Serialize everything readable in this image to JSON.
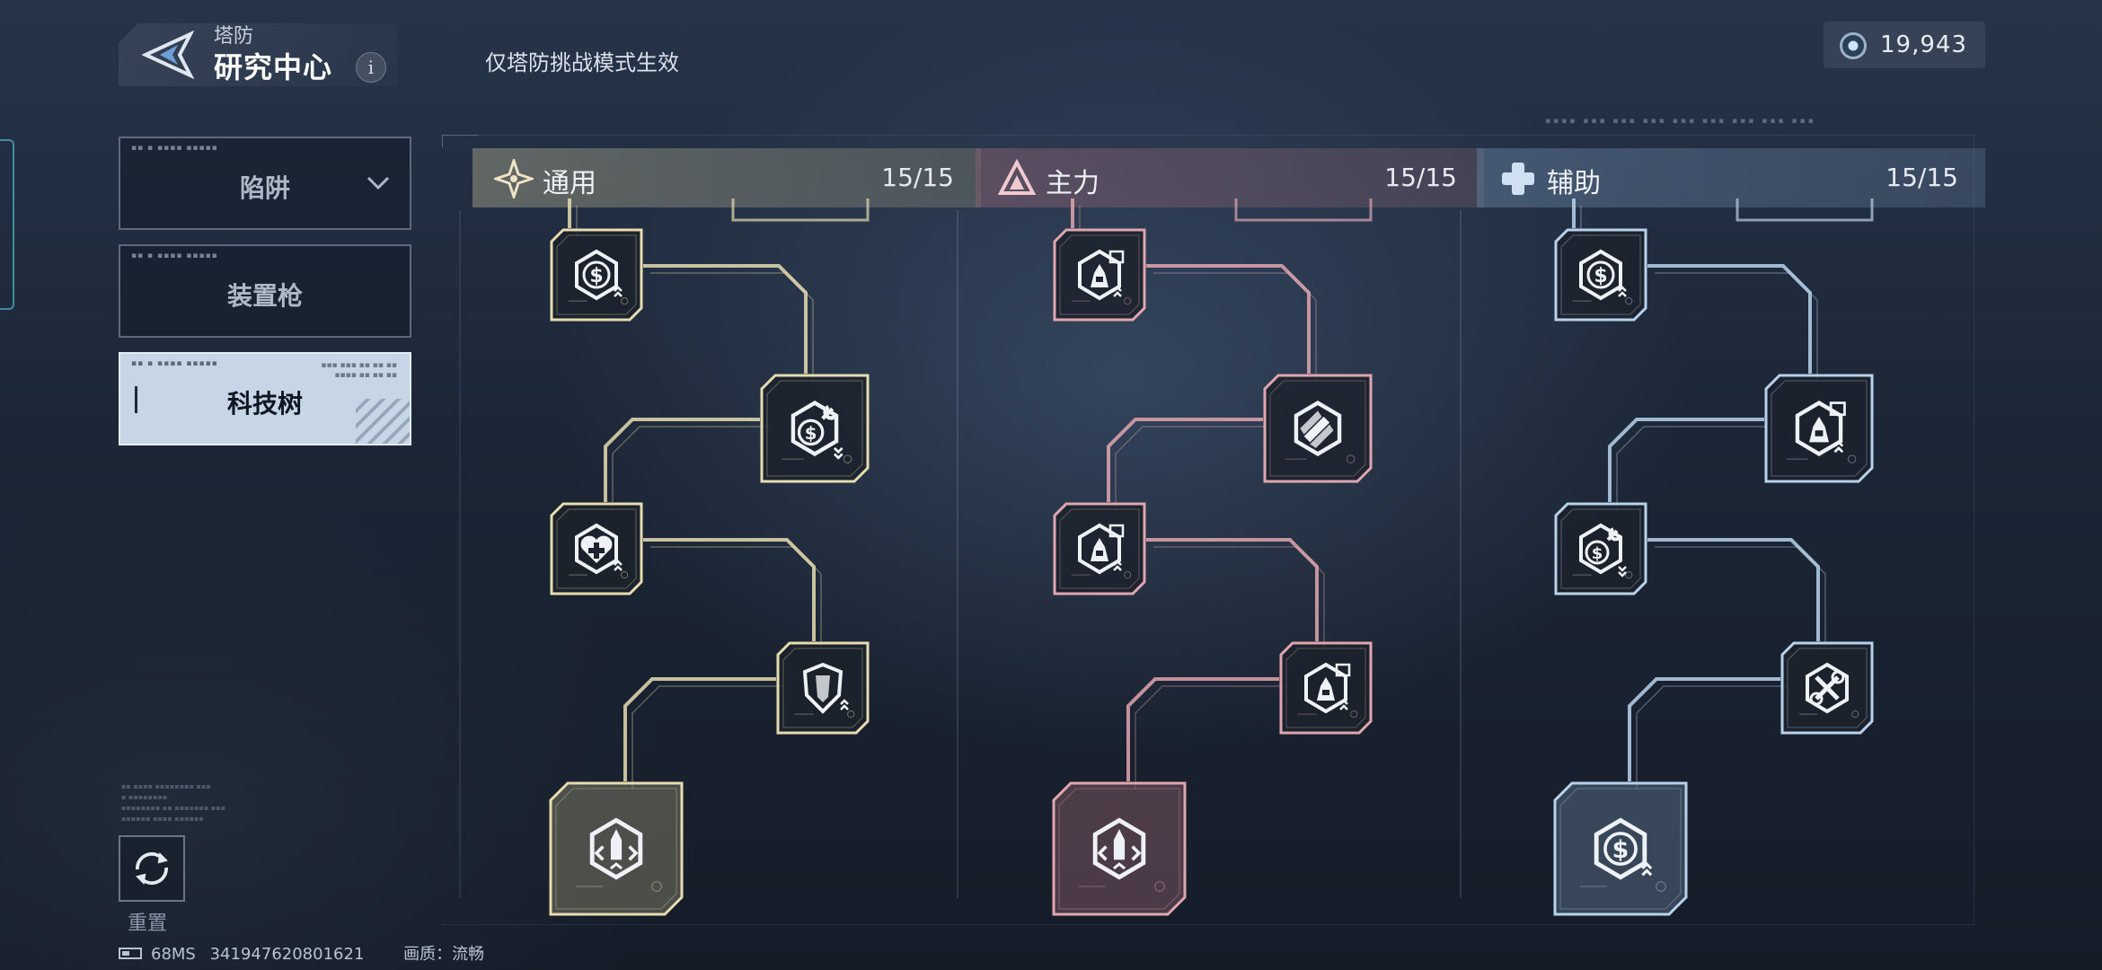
{
  "header": {
    "subtitle": "塔防",
    "title": "研究中心",
    "info": "i",
    "notice": "仅塔防挑战模式生效"
  },
  "currency": {
    "value": "19,943",
    "icon": "currency-coin-icon"
  },
  "menu": {
    "items": [
      {
        "label": "陷阱",
        "has_dropdown": true
      },
      {
        "label": "装置枪"
      },
      {
        "label": "科技树",
        "active": true
      }
    ]
  },
  "reset": {
    "label": "重置"
  },
  "status_bar": {
    "ping": "68MS",
    "id": "341947620801621",
    "quality": "画质：流畅"
  },
  "columns": [
    {
      "name": "通用",
      "count": "15/15",
      "color": "#e6dcb0",
      "icon": "star-compass-icon",
      "nodes": [
        "dollar-upgrade-icon",
        "wrench-dollar-icon",
        "heart-plus-icon",
        "shield-icon",
        "missile-turret-icon"
      ]
    },
    {
      "name": "主力",
      "count": "15/15",
      "color": "#e0a6b0",
      "icon": "triangle-emblem-icon",
      "nodes": [
        "turret-cube-icon",
        "triple-missile-icon",
        "turret-cube-icon",
        "turret-cube-icon",
        "missile-turret-icon"
      ]
    },
    {
      "name": "辅助",
      "count": "15/15",
      "color": "#b9d2ec",
      "icon": "cross-plus-icon",
      "nodes": [
        "dollar-upgrade-icon",
        "turret-cube-icon",
        "wrench-dollar-icon",
        "tools-icon",
        "dollar-upgrade-icon"
      ]
    }
  ]
}
